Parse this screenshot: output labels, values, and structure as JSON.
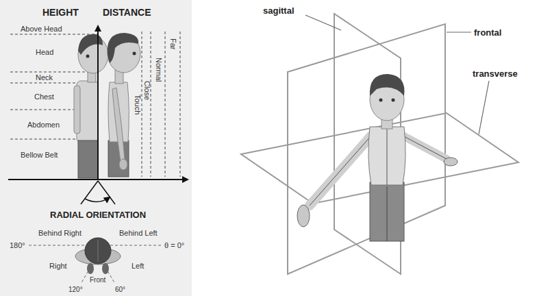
{
  "diagram": {
    "labels": [
      "HEIGHT",
      "DISTANCE",
      "Above Head",
      "Head",
      "Neck",
      "Chest",
      "Abdomen",
      "Bellow Belt",
      "Touch",
      "Close",
      "Normal",
      "Far",
      "RADIAL ORIENTATION",
      "Behind Right",
      "Behind Left",
      "180°",
      "θ = 0°",
      "Right",
      "Left",
      "120°",
      "Front",
      "60°",
      "sagittal",
      "frontal",
      "transverse"
    ]
  }
}
